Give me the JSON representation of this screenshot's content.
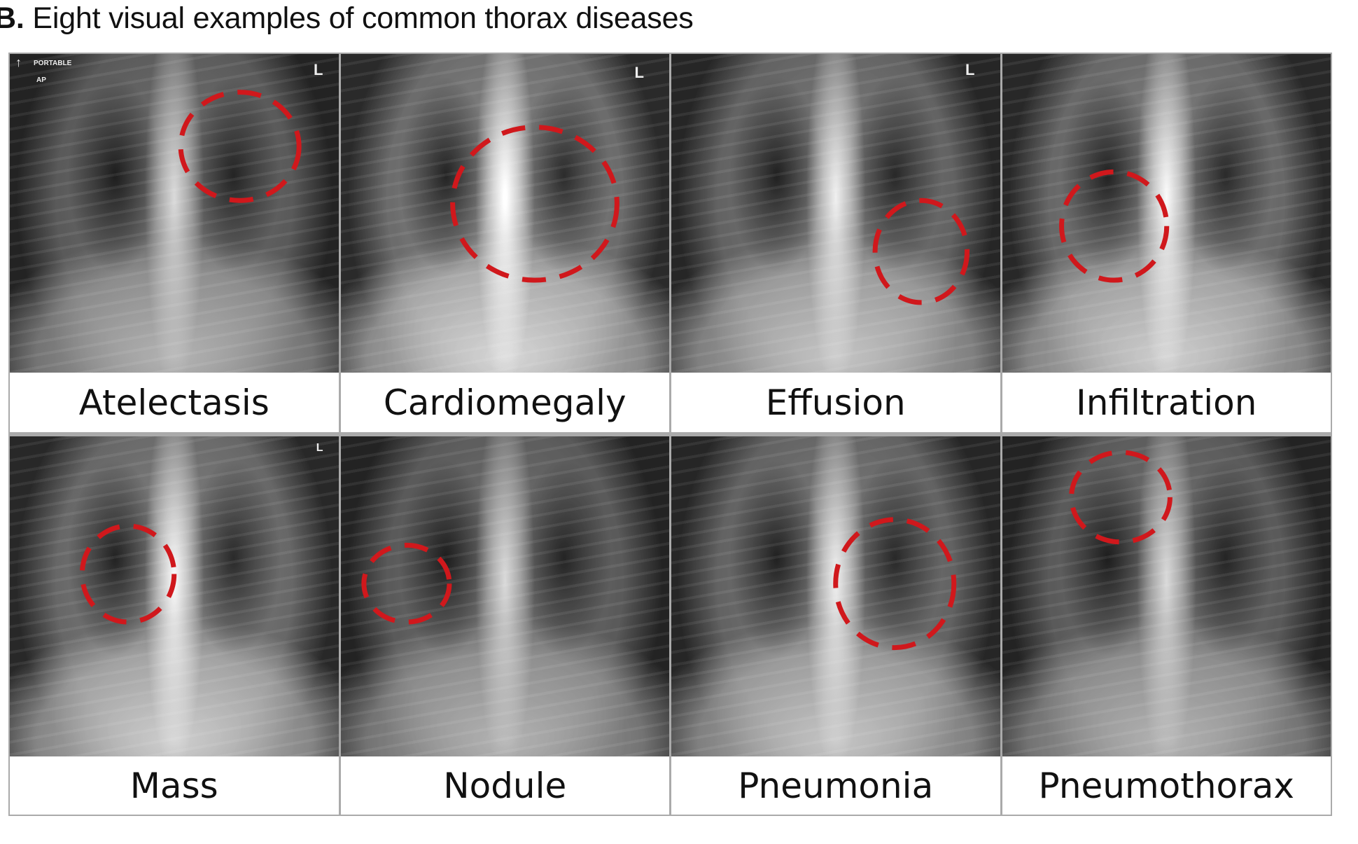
{
  "figure": {
    "panel_letter": "B.",
    "title": "Eight visual examples of common thorax diseases"
  },
  "annotation_color": "#d0181c",
  "examples": [
    {
      "label": "Atelectasis",
      "overlay_text": [
        "PORTABLE",
        "AP"
      ],
      "marker": "L"
    },
    {
      "label": "Cardiomegaly",
      "marker": "L"
    },
    {
      "label": "Effusion",
      "marker": "L"
    },
    {
      "label": "Infiltration"
    },
    {
      "label": "Mass",
      "marker": "L"
    },
    {
      "label": "Nodule"
    },
    {
      "label": "Pneumonia"
    },
    {
      "label": "Pneumothorax"
    }
  ]
}
